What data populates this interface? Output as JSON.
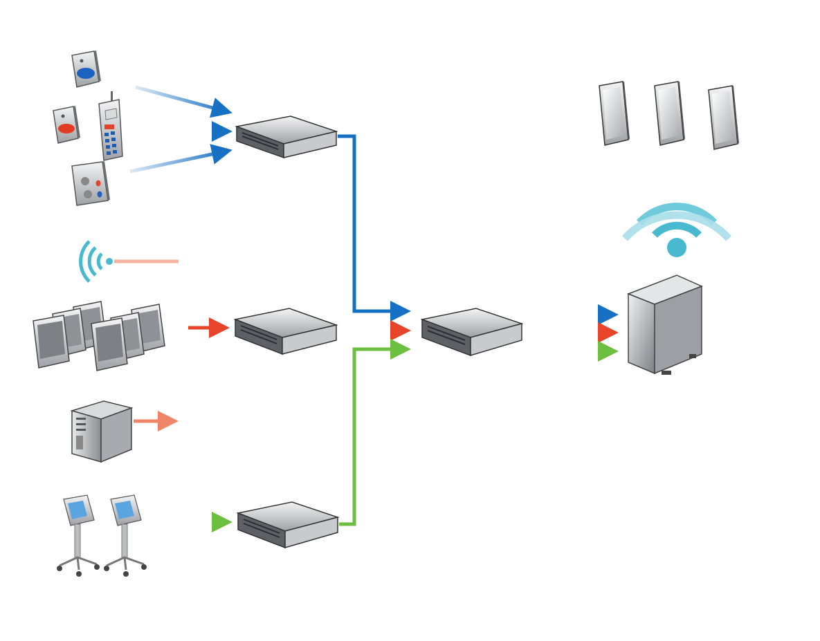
{
  "diagram": {
    "type": "network-topology",
    "groups": [
      {
        "id": "call-devices",
        "items": [
          "blue-call-button-icon",
          "red-call-button-icon",
          "handset-icon",
          "dual-call-station-icon"
        ],
        "color": "blue"
      },
      {
        "id": "monitoring-devices",
        "items": [
          "wireless-signal-icon",
          "patient-monitor-cluster-icon",
          "tower-server-icon"
        ],
        "color": "red"
      },
      {
        "id": "ventilators",
        "items": [
          "ventilator-cart-icon",
          "ventilator-cart-icon"
        ],
        "color": "green"
      }
    ],
    "switches": [
      "switch-blue",
      "switch-red",
      "switch-green",
      "core-switch"
    ],
    "destination": {
      "server": "central-server-icon",
      "wireless": "wifi-broadcast-icon",
      "mobile_devices": 3
    },
    "colors": {
      "blue": "#1670c4",
      "red": "#e8442a",
      "red_light": "#f4a58f",
      "green": "#6cbf3f",
      "green_light": "#a6d98a",
      "cyan": "#48b9cf",
      "device_grey": "#9a9da1"
    }
  }
}
